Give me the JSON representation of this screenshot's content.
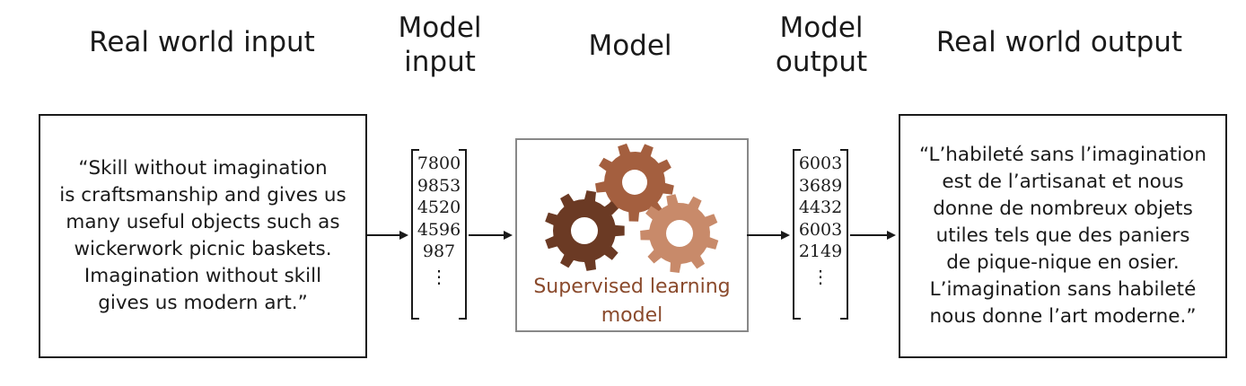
{
  "headers": {
    "real_world_input": [
      "Real world input"
    ],
    "model_input": [
      "Model",
      "input"
    ],
    "model": [
      "Model"
    ],
    "model_output": [
      "Model",
      "output"
    ],
    "real_world_output": [
      "Real world output"
    ]
  },
  "input_text": [
    "“Skill without imagination",
    "is craftsmanship and gives us",
    "many useful objects such as",
    "wickerwork picnic baskets.",
    "Imagination without skill",
    "gives us modern art.”"
  ],
  "input_vector": [
    "7800",
    "9853",
    "4520",
    "4596",
    "987"
  ],
  "model_label": [
    "Supervised learning",
    "model"
  ],
  "output_vector": [
    "6003",
    "3689",
    "4432",
    "6003",
    "2149"
  ],
  "vector_continuation": "⋮",
  "output_text": [
    "“L’habileté sans l’imagination",
    "est de l’artisanat et nous",
    "donne de nombreux objets",
    "utiles tels que des paniers",
    "de pique-nique en osier.",
    "L’imagination sans habileté",
    "nous donne l’art moderne.”"
  ],
  "colors": {
    "gear_dark": "#6b3a24",
    "gear_mid": "#a45f3f",
    "gear_light": "#c88a6a",
    "model_text": "#8a4a2c",
    "lines": "#1a1a1a"
  }
}
